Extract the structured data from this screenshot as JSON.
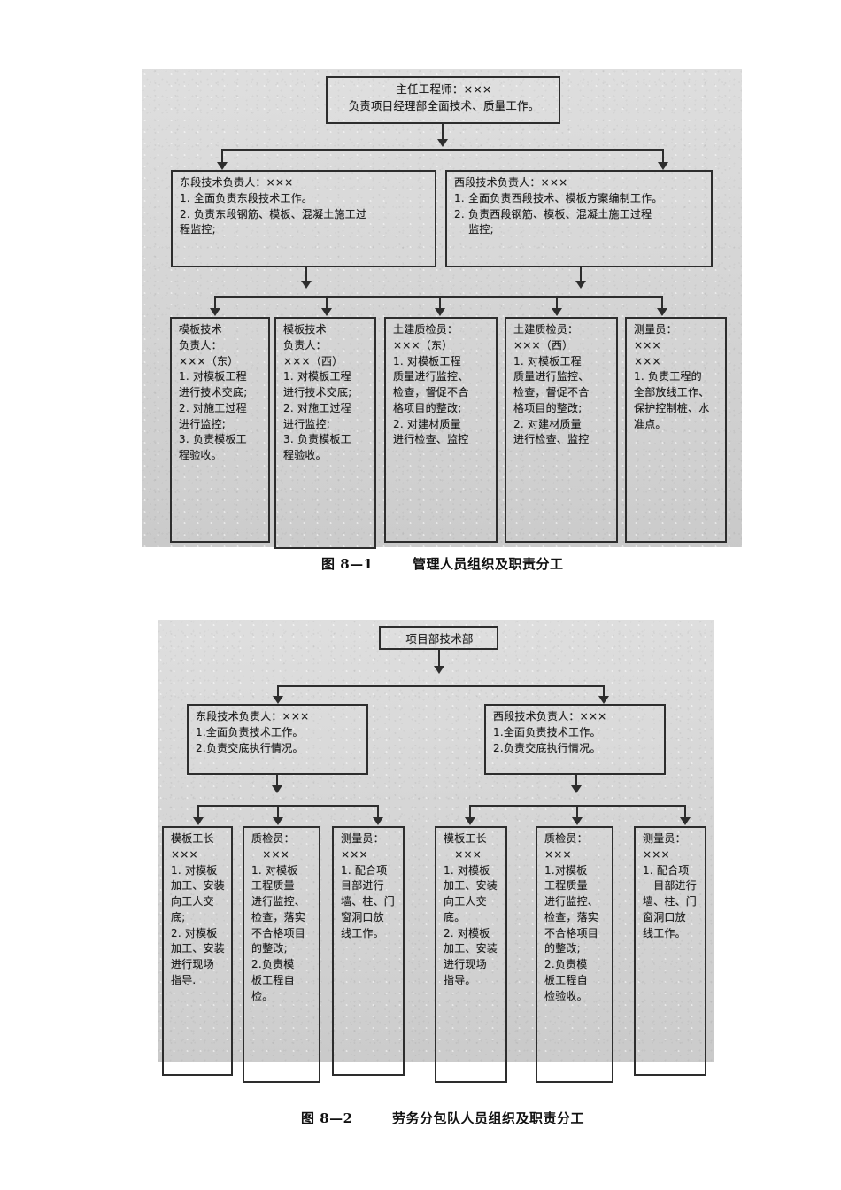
{
  "document": {
    "figures": [
      {
        "id": "figure-8-1",
        "caption_number": "图 8—1",
        "caption_title": "管理人员组织及职责分工",
        "nodes": {
          "root": {
            "lines": [
              "主任工程师：×××",
              "负责项目经理部全面技术、质量工作。"
            ]
          },
          "level2": [
            {
              "lines": [
                "东段技术负责人：×××",
                "1. 全面负责东段技术工作。",
                "2. 负责东段钢筋、模板、混凝土施工过",
                "程监控;"
              ]
            },
            {
              "lines": [
                "西段技术负责人：×××",
                "1. 全面负责西段技术、模板方案编制工作。",
                "2. 负责西段钢筋、模板、混凝土施工过程",
                "　 监控;"
              ]
            }
          ],
          "level3": [
            {
              "lines": [
                "模板技术",
                "负责人：",
                "×××（东）",
                "1. 对模板工程",
                "进行技术交底;",
                "2. 对施工过程",
                "进行监控;",
                "3. 负责模板工",
                "程验收。"
              ]
            },
            {
              "lines": [
                "模板技术",
                "负责人：",
                "×××（西）",
                "1. 对模板工程",
                "进行技术交底;",
                "2. 对施工过程",
                "进行监控;",
                "3. 负责模板工",
                "程验收。"
              ]
            },
            {
              "lines": [
                "土建质检员：",
                "×××（东）",
                "1. 对模板工程",
                "质量进行监控、",
                "检查，督促不合",
                "格项目的整改;",
                "2. 对建材质量",
                "进行检查、监控"
              ]
            },
            {
              "lines": [
                "土建质检员：",
                "×××（西）",
                "1. 对模板工程",
                "质量进行监控、",
                "检查，督促不合",
                "格项目的整改;",
                "2. 对建材质量",
                "进行检查、监控"
              ]
            },
            {
              "lines": [
                "测量员：",
                "×××",
                "×××",
                "1. 负责工程的",
                "全部放线工作、",
                "保护控制桩、水",
                "准点。"
              ]
            }
          ]
        }
      },
      {
        "id": "figure-8-2",
        "caption_number": "图 8—2",
        "caption_title": "劳务分包队人员组织及职责分工",
        "nodes": {
          "root": {
            "lines": [
              "项目部技术部"
            ]
          },
          "level2": [
            {
              "lines": [
                "东段技术负责人：×××",
                "1.全面负责技术工作。",
                "2.负责交底执行情况。"
              ]
            },
            {
              "lines": [
                "西段技术负责人：×××",
                "1.全面负责技术工作。",
                "2.负责交底执行情况。"
              ]
            }
          ],
          "level3": [
            {
              "lines": [
                "模板工长",
                "×××",
                "1. 对模板",
                "加工、安装",
                "向工人交",
                "底;",
                "2. 对模板",
                "加工、安装",
                "进行现场",
                "指导."
              ]
            },
            {
              "lines": [
                "质检员：",
                "　×××",
                "1. 对模板",
                "工程质量",
                "进行监控、",
                "检查，落实",
                "不合格项目",
                "的整改;",
                "2.负责模",
                "板工程自",
                "检。"
              ]
            },
            {
              "lines": [
                "测量员：",
                "×××",
                "1. 配合项",
                "目部进行",
                "墙、柱、门",
                "窗洞口放",
                "线工作。"
              ]
            },
            {
              "lines": [
                "模板工长",
                "　×××",
                "1. 对模板",
                "加工、安装",
                "向工人交",
                "底。",
                "2. 对模板",
                "加工、安装",
                "进行现场",
                "指导。"
              ]
            },
            {
              "lines": [
                "质检员：",
                "×××",
                "1.对模板",
                "工程质量",
                "进行监控、",
                "检查，落实",
                "不合格项目",
                "的整改;",
                "2.负责模",
                "板工程自",
                "检验收。"
              ]
            },
            {
              "lines": [
                "测量员：",
                "×××",
                "1. 配合项",
                "　目部进行",
                "墙、柱、门",
                "窗洞口放",
                "线工作。"
              ]
            }
          ]
        }
      }
    ]
  }
}
